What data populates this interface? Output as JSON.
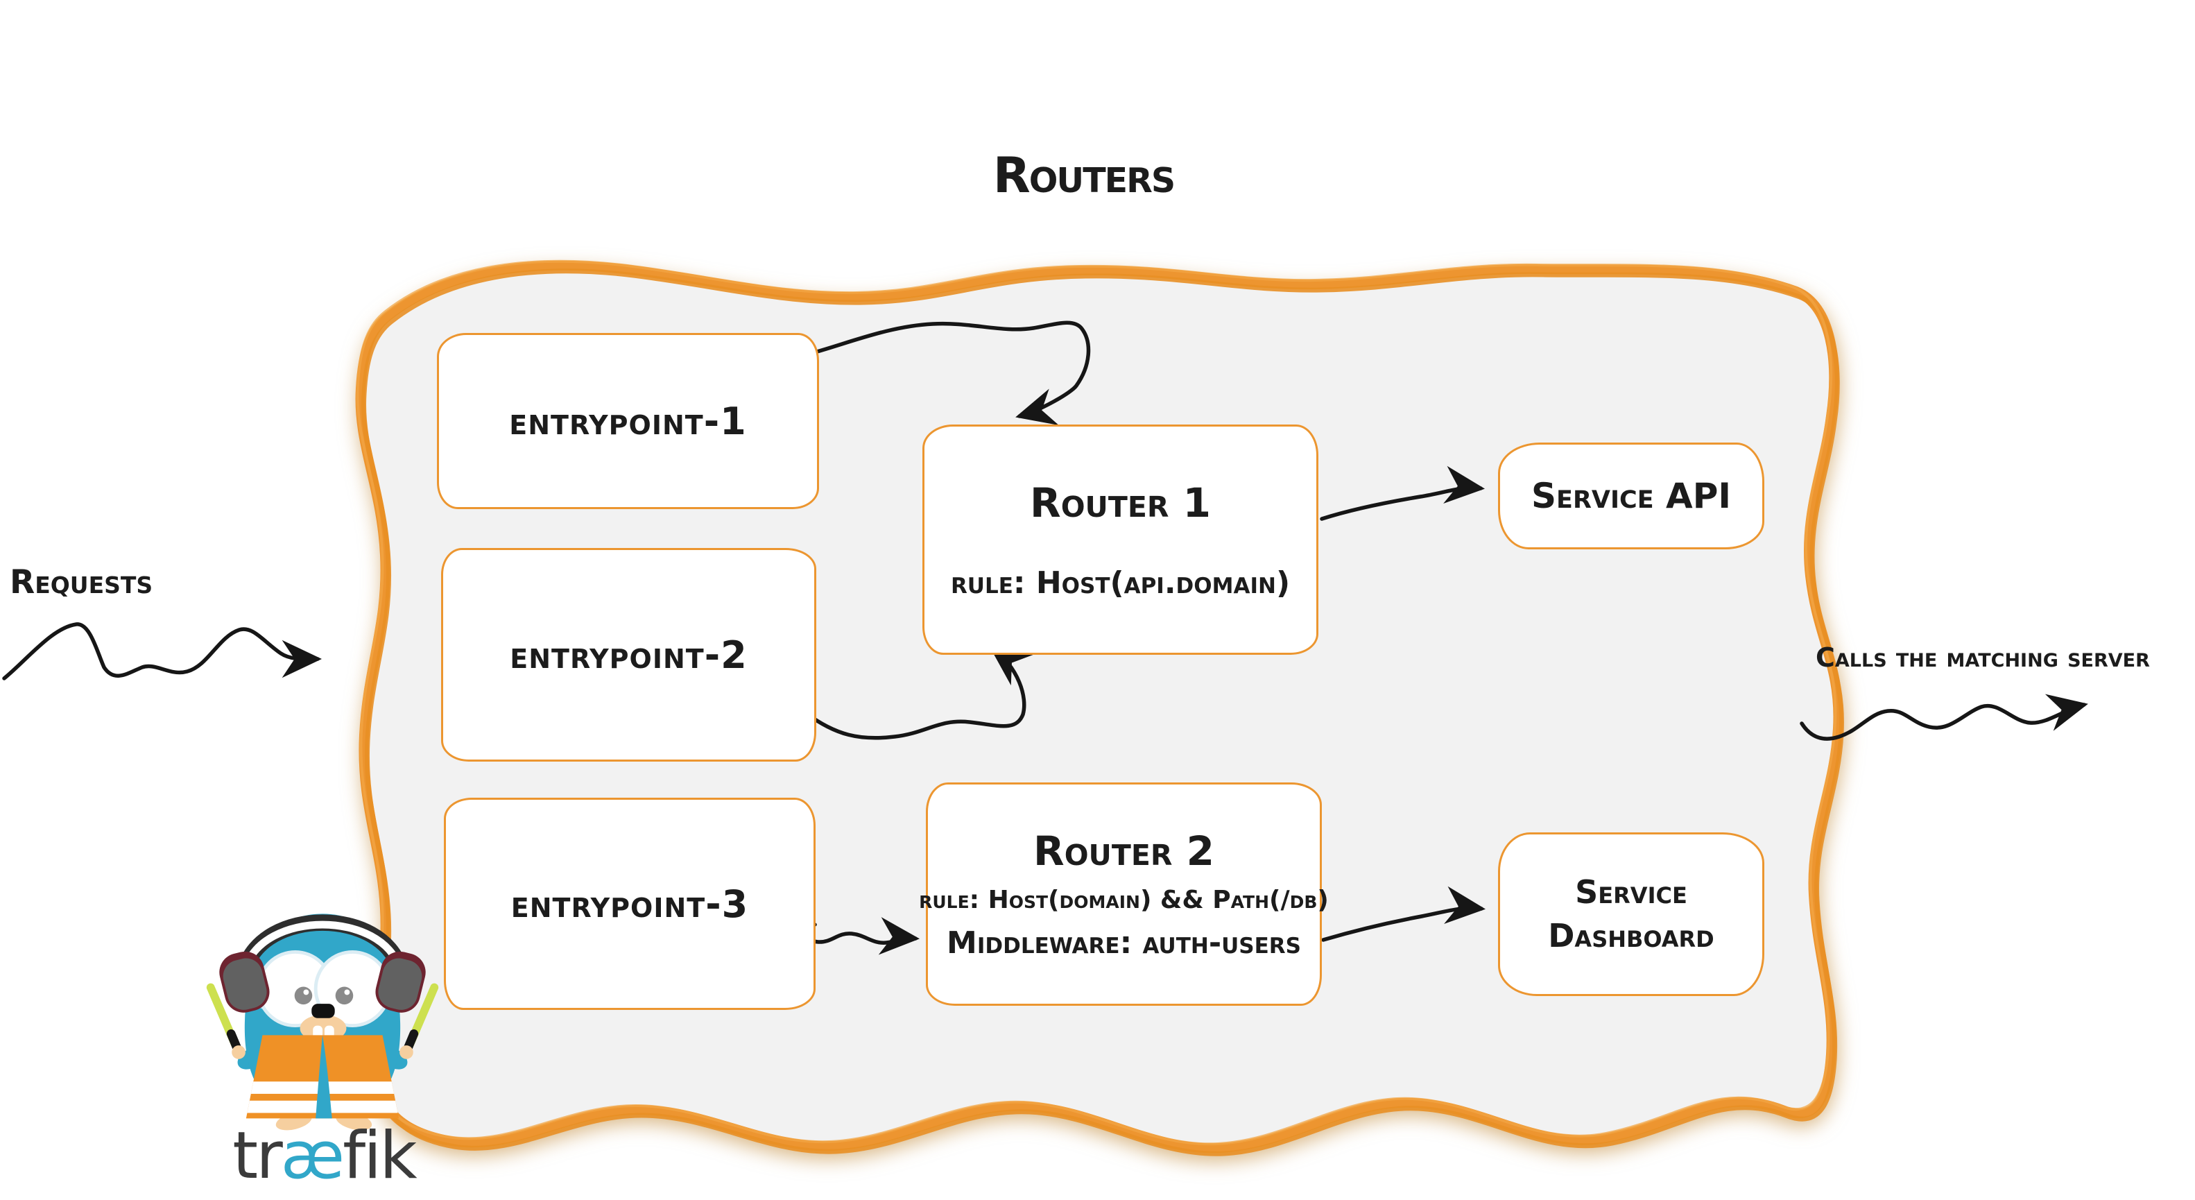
{
  "title": "Routers",
  "labels": {
    "requests": "Requests",
    "calls": "Calls the matching server"
  },
  "entrypoints": [
    {
      "label": "entrypoint-1"
    },
    {
      "label": "entrypoint-2"
    },
    {
      "label": "entrypoint-3"
    }
  ],
  "routers": [
    {
      "name": "Router 1",
      "rule": "rule: Host(api.domain)"
    },
    {
      "name": "Router 2",
      "rule": "rule: Host(domain) && Path(/db)",
      "middleware": "Middleware: auth-users"
    }
  ],
  "services": [
    {
      "lines": [
        "Service API"
      ]
    },
    {
      "lines": [
        "Service",
        "Dashboard"
      ]
    }
  ],
  "logo": {
    "pre": "tr",
    "ae": "æ",
    "post": "fik"
  },
  "colors": {
    "accent_orange": "#EC9630",
    "panel_gray": "#F2F2F2",
    "ink_black": "#1C1C1C",
    "brand_blue": "#31A7C9",
    "brand_dark_gray": "#3B3B3B",
    "vest_orange": "#EF9126",
    "stick_green": "#CDE04F"
  },
  "icons": {
    "panel_border": "hand-drawn-orange-frame",
    "arrows": "sketchy-black-wavy-arrow",
    "mascot": "traefik-gopher-safety-vest"
  }
}
